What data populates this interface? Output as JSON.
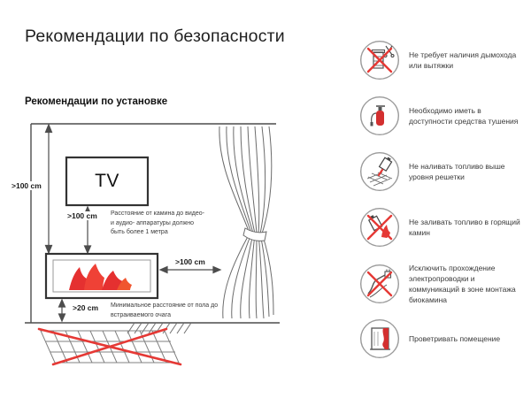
{
  "page": {
    "title": "Рекомендации по безопасности",
    "subtitle": "Рекомендации по установке"
  },
  "diagram": {
    "tv_label": "TV",
    "wall_distance_label": ">100 cm",
    "equipment_distance_label": ">100 cm",
    "equipment_note": "Расстояние от камина до видео- и аудио- аппаратуры должно быть более 1 метра",
    "curtain_distance_label": ">100 cm",
    "floor_distance_label": ">20 cm",
    "floor_note": "Минимальное расстояние от пола до встраиваемого очага"
  },
  "colors": {
    "prohibition_red": "#e53935",
    "flame_red": "#e53030",
    "line_gray": "#4d4d4d"
  },
  "recommendations": [
    {
      "icon": "no-chimney-icon",
      "text": "Не требует наличия дымохода или вытяжки"
    },
    {
      "icon": "extinguisher-icon",
      "text": "Необходимо иметь в доступности средства тушения"
    },
    {
      "icon": "no-fuel-above-grate-icon",
      "text": "Не наливать топливо выше уровня решетки"
    },
    {
      "icon": "no-refill-burning-icon",
      "text": "Не заливать топливо в горящий камин"
    },
    {
      "icon": "no-wiring-icon",
      "text": "Исключить прохождение электропроводки и коммуникаций в зоне монтажа биокамина"
    },
    {
      "icon": "ventilate-icon",
      "text": "Проветривать помещение"
    }
  ]
}
